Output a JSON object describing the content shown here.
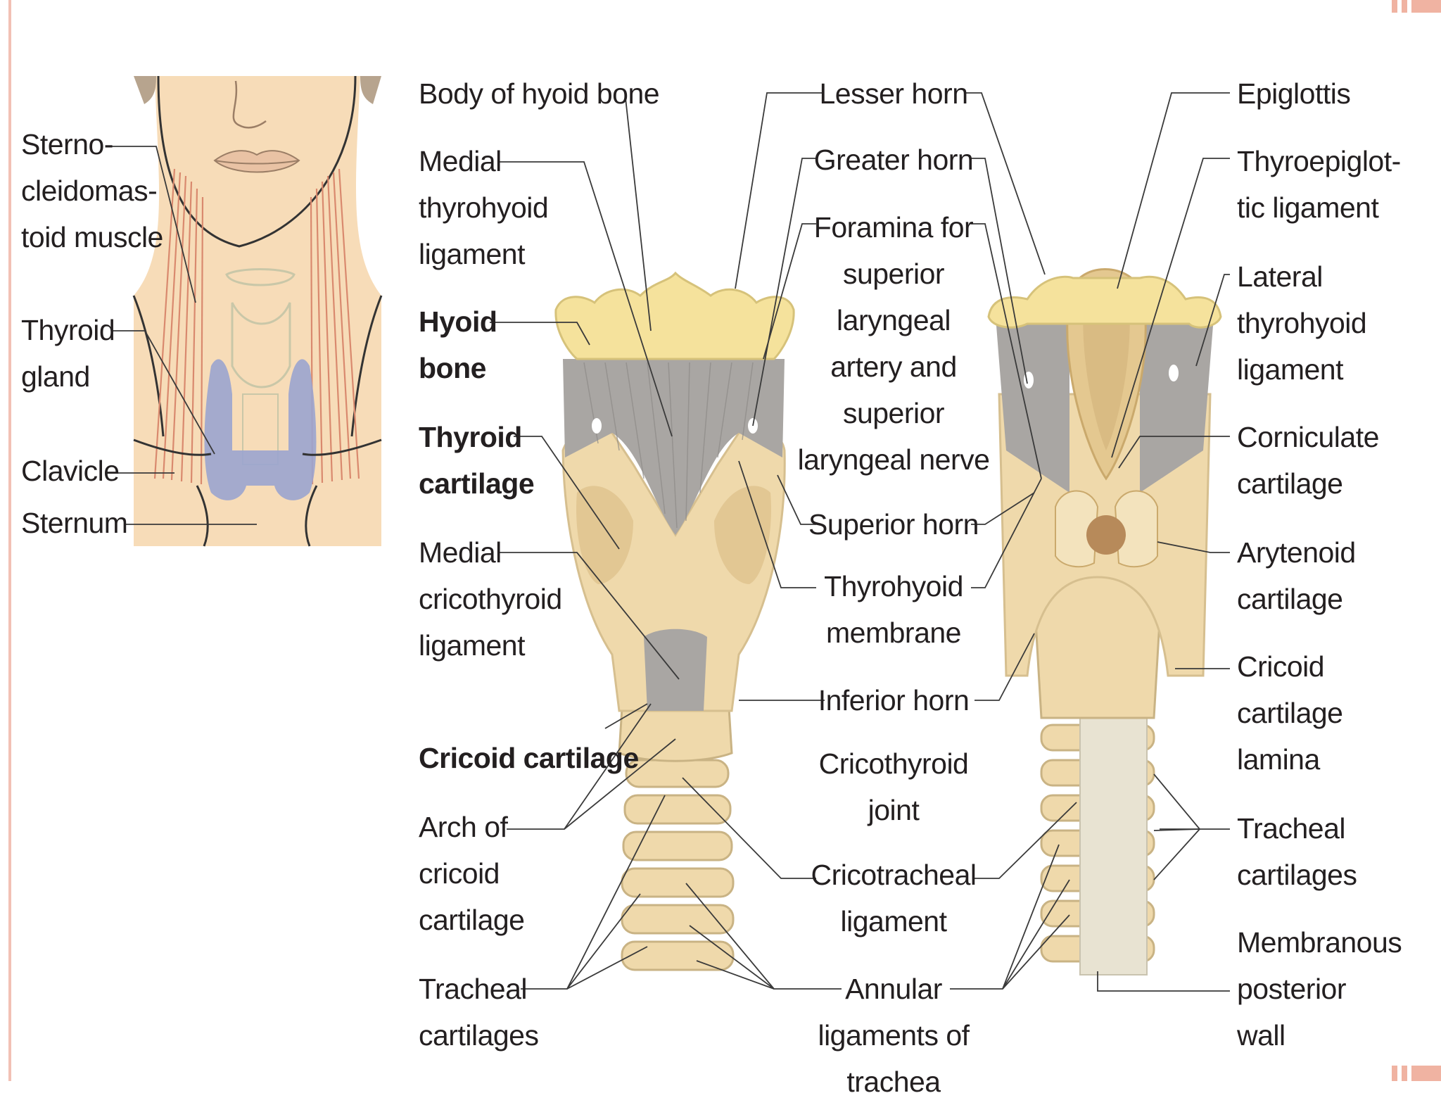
{
  "labels": {
    "sternocleidomastoid": "Sterno-\ncleidomas-\ntoid muscle",
    "thyroid_gland": "Thyroid\ngland",
    "clavicle": "Clavicle",
    "sternum": "Sternum",
    "body_of_hyoid_bone": "Body of hyoid bone",
    "medial_thyrohyoid_ligament": "Medial\nthyrohyoid\nligament",
    "hyoid_bone": "Hyoid\nbone",
    "thyroid_cartilage": "Thyroid\ncartilage",
    "medial_cricothyroid_ligament": "Medial\ncricothyroid\nligament",
    "cricoid_cartilage": "Cricoid cartilage",
    "arch_of_cricoid_cartilage": "Arch of\ncricoid\ncartilage",
    "tracheal_cartilages_left": "Tracheal\ncartilages",
    "lesser_horn": "Lesser horn",
    "greater_horn": "Greater horn",
    "foramina": "Foramina for\nsuperior\nlaryngeal\nartery and\nsuperior\nlaryngeal nerve",
    "superior_horn": "Superior horn",
    "thyrohyoid_membrane": "Thyrohyoid\nmembrane",
    "inferior_horn": "Inferior horn",
    "cricothyroid_joint": "Cricothyroid\njoint",
    "cricotracheal_ligament": "Cricotracheal\nligament",
    "annular_ligaments": "Annular\nligaments of trachea",
    "epiglottis": "Epiglottis",
    "thyroepiglottic_ligament": "Thyroepiglot-\ntic ligament",
    "lateral_thyrohyoid_ligament": "Lateral\nthyrohyoid\nligament",
    "corniculate_cartilage": "Corniculate\ncartilage",
    "arytenoid_cartilage": "Arytenoid\ncartilage",
    "cricoid_cartilage_lamina": "Cricoid\ncartilage\nlamina",
    "tracheal_cartilages_right": "Tracheal\ncartilages",
    "membranous_posterior_wall": "Membranous\nposterior\nwall"
  },
  "colors": {
    "cartilage": "#efd9ab",
    "cartilage_shade": "#d9bb83",
    "hyoid": "#f5e29c",
    "membrane": "#a9a6a3",
    "thyroid_gland": "#9aa4cf",
    "muscle": "#d9896e",
    "skin": "#f7dcb8",
    "leader": "#3a3a3a"
  }
}
